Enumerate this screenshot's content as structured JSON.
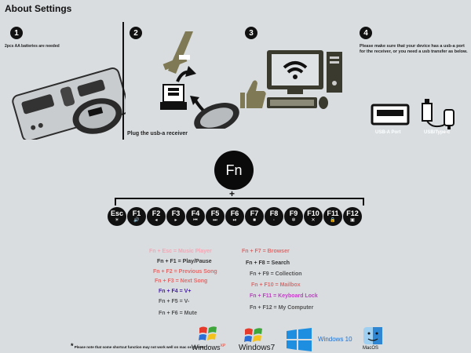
{
  "title": "About Settings",
  "steps": {
    "s1": {
      "num": "1",
      "note": "2pcs AA batteries are needed"
    },
    "s2": {
      "num": "2",
      "caption": "Plug the usb-a receiver"
    },
    "s3": {
      "num": "3"
    },
    "s4": {
      "num": "4",
      "note": "Please make sure that your device has a usb-a port for the receiver, or you need a usb transfer as below.",
      "usb_a_label": "USB-A Port",
      "usb_c_label": "USB/Type-c"
    }
  },
  "fn_key": "Fn",
  "plus": "+",
  "keys": [
    {
      "label": "Esc",
      "icon": "☀"
    },
    {
      "label": "F1",
      "icon": "🔊"
    },
    {
      "label": "F2",
      "icon": "◂"
    },
    {
      "label": "F3",
      "icon": "▸"
    },
    {
      "label": "F4",
      "icon": "⏮"
    },
    {
      "label": "F5",
      "icon": "⏭"
    },
    {
      "label": "F6",
      "icon": "⏯"
    },
    {
      "label": "F7",
      "icon": "■"
    },
    {
      "label": "F8",
      "icon": "◦"
    },
    {
      "label": "F9",
      "icon": "✲"
    },
    {
      "label": "F10",
      "icon": "✕"
    },
    {
      "label": "F11",
      "icon": "🔒"
    },
    {
      "label": "F12",
      "icon": "▣"
    }
  ],
  "shortcuts_left": [
    {
      "text": "Fn + Esc = Music Player",
      "color": "#f2a7b5"
    },
    {
      "text": "Fn + F1 = Play/Pause",
      "color": "#333333"
    },
    {
      "text": "Fn + F2 = Previous Song",
      "color": "#e26a6a"
    },
    {
      "text": "Fn + F3 = Next Song",
      "color": "#e26a6a"
    },
    {
      "text": "Fn + F4 = V+",
      "color": "#4a1ab8"
    },
    {
      "text": "Fn + F5 = V-",
      "color": "#555555"
    },
    {
      "text": "Fn + F6 = Mute",
      "color": "#555555"
    }
  ],
  "shortcuts_right": [
    {
      "text": "Fn + F7 = Browser",
      "color": "#e26a6a"
    },
    {
      "text": "Fn + F8 = Search",
      "color": "#333333"
    },
    {
      "text": "Fn + F9 = Collection",
      "color": "#555555"
    },
    {
      "text": "Fn + F10 = Mailbox",
      "color": "#e26a6a"
    },
    {
      "text": "Fn + F11 = Keyboard Lock",
      "color": "#c03fc4"
    },
    {
      "text": "Fn + F12 = My Computer",
      "color": "#555555"
    }
  ],
  "footnote": "Please note that some shortcut function may not work well on mac os system.",
  "os": [
    {
      "name": "Windows XP",
      "label": "Windows",
      "sup": "XP"
    },
    {
      "name": "Windows 7",
      "label": "Windows",
      "sup": "7"
    },
    {
      "name": "Windows 10",
      "label": "Windows 10"
    },
    {
      "name": "MacOS",
      "label": "MacOS"
    }
  ]
}
